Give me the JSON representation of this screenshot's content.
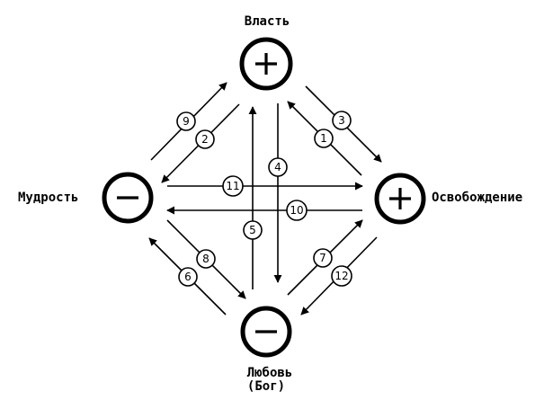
{
  "nodes": {
    "top": {
      "label": "Власть",
      "sign": "+"
    },
    "left": {
      "label": "Мудрость",
      "sign": "−"
    },
    "right": {
      "label": "Освобождение",
      "sign": "+"
    },
    "bottom": {
      "label_line1": "Любовь",
      "label_line2": "(Бог)",
      "sign": "−"
    }
  },
  "arrows": [
    {
      "id": "1",
      "from": "right",
      "to": "top"
    },
    {
      "id": "2",
      "from": "top",
      "to": "left"
    },
    {
      "id": "3",
      "from": "top",
      "to": "right"
    },
    {
      "id": "4",
      "from": "top",
      "to": "bottom"
    },
    {
      "id": "5",
      "from": "bottom",
      "to": "top"
    },
    {
      "id": "6",
      "from": "bottom",
      "to": "left"
    },
    {
      "id": "7",
      "from": "bottom",
      "to": "right"
    },
    {
      "id": "8",
      "from": "left",
      "to": "bottom"
    },
    {
      "id": "9",
      "from": "left",
      "to": "top"
    },
    {
      "id": "10",
      "from": "right",
      "to": "left"
    },
    {
      "id": "11",
      "from": "left",
      "to": "right"
    },
    {
      "id": "12",
      "from": "right",
      "to": "bottom"
    }
  ]
}
